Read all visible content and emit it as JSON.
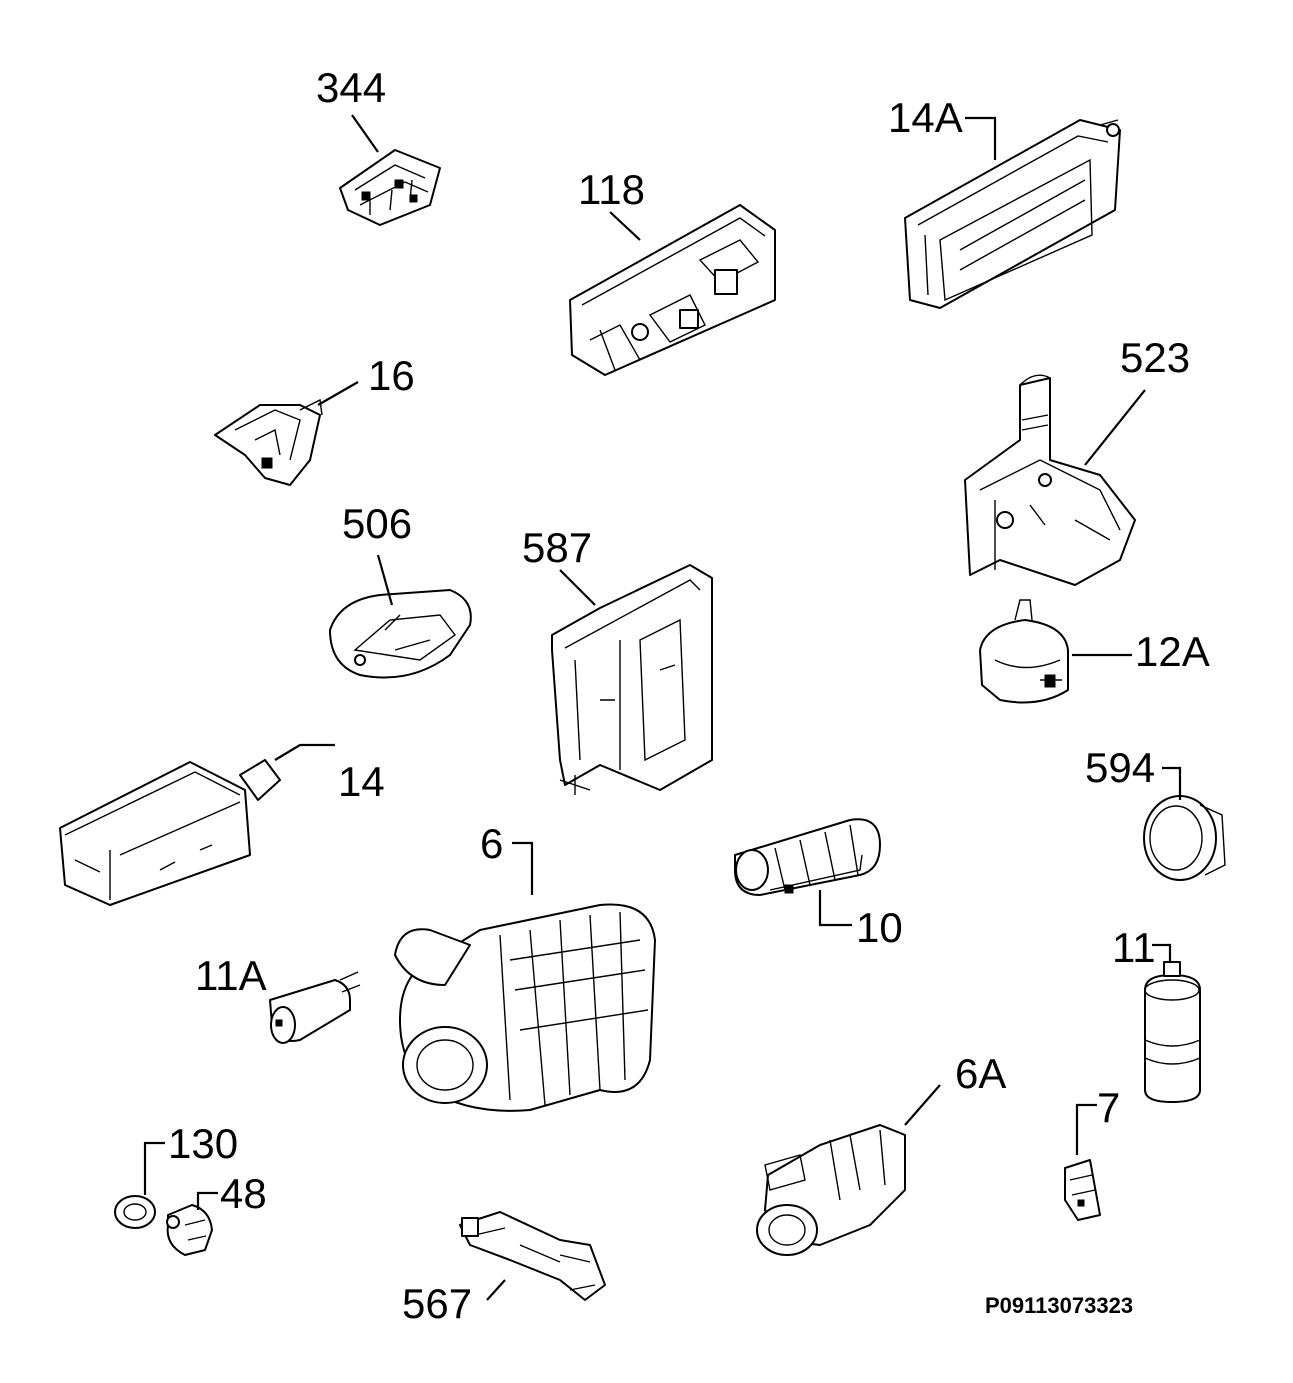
{
  "labels": {
    "p344": "344",
    "p118": "118",
    "p14A": "14A",
    "p16": "16",
    "p523": "523",
    "p506": "506",
    "p587": "587",
    "p12A": "12A",
    "p14": "14",
    "p594": "594",
    "p6": "6",
    "p10": "10",
    "p11A": "11A",
    "p11": "11",
    "p6A": "6A",
    "p7": "7",
    "p130": "130",
    "p48": "48",
    "p567": "567"
  },
  "diagram_code": "P09113073323"
}
